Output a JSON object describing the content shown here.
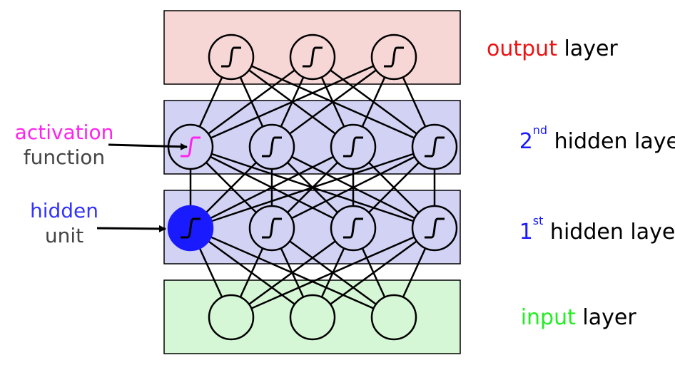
{
  "colors": {
    "output_band": "#f7d6d6",
    "hidden_band": "#d2d2f5",
    "input_band": "#d6f7d6",
    "output_word": "#ee1111",
    "hidden_number": "#1a1aff",
    "input_word": "#22ee22",
    "activation_word": "#ff22ee",
    "hidden_word": "#3333ff",
    "hidden_unit_fill": "#1a1aff",
    "neutral_text": "#444444",
    "edge": "#000000"
  },
  "icons": {
    "sigmoid": "sigmoid-curve-icon"
  },
  "layers": {
    "output": {
      "word": "output",
      "rest": " layer",
      "neurons": 3
    },
    "hidden2": {
      "number": "2",
      "sup": "nd",
      "rest": " hidden layer",
      "neurons": 4
    },
    "hidden1": {
      "number": "1",
      "sup": "st",
      "rest": " hidden layer",
      "neurons": 4
    },
    "input": {
      "word": "input",
      "rest": " layer",
      "neurons": 3
    }
  },
  "annotations": {
    "activation": {
      "line1": "activation",
      "line2": "function"
    },
    "hidden_unit": {
      "line1": "hidden",
      "line2": "unit"
    }
  }
}
